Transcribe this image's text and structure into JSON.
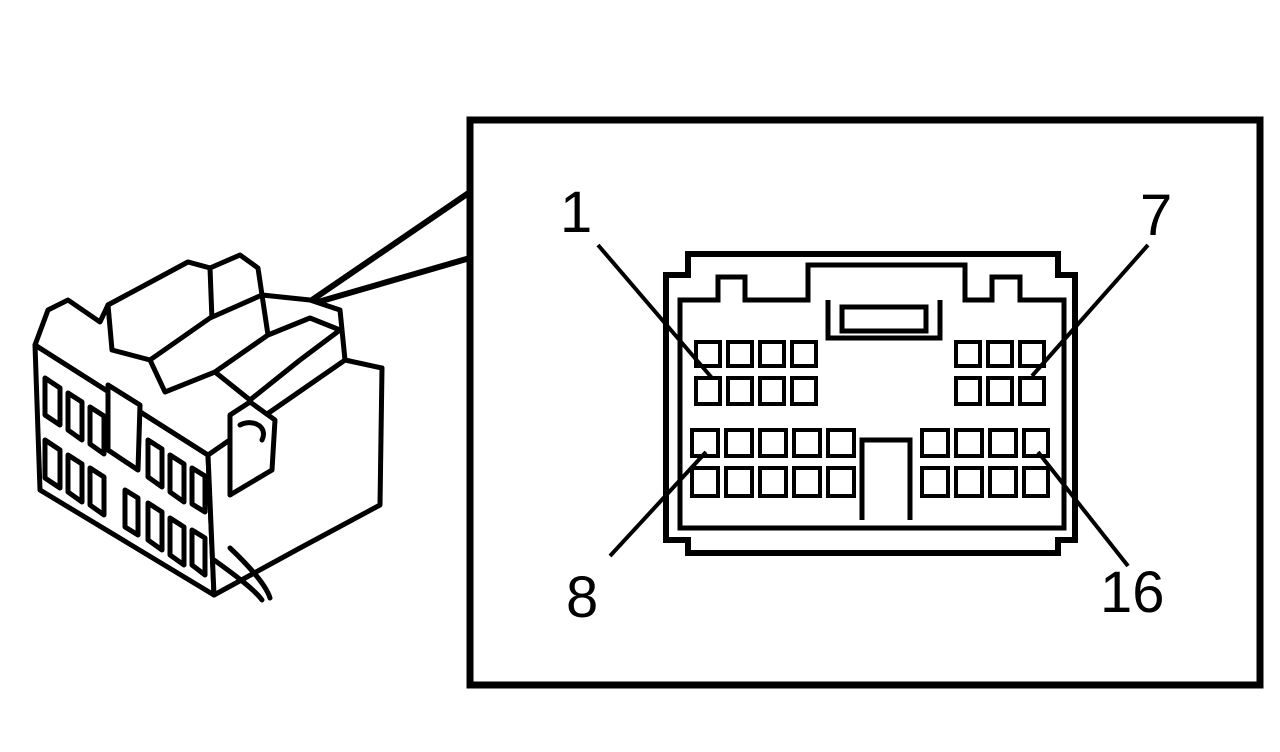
{
  "diagram": {
    "pin_labels": {
      "top_left": "1",
      "top_right": "7",
      "bottom_left": "8",
      "bottom_right": "16"
    },
    "colors": {
      "line": "#000000",
      "background": "#ffffff"
    }
  }
}
